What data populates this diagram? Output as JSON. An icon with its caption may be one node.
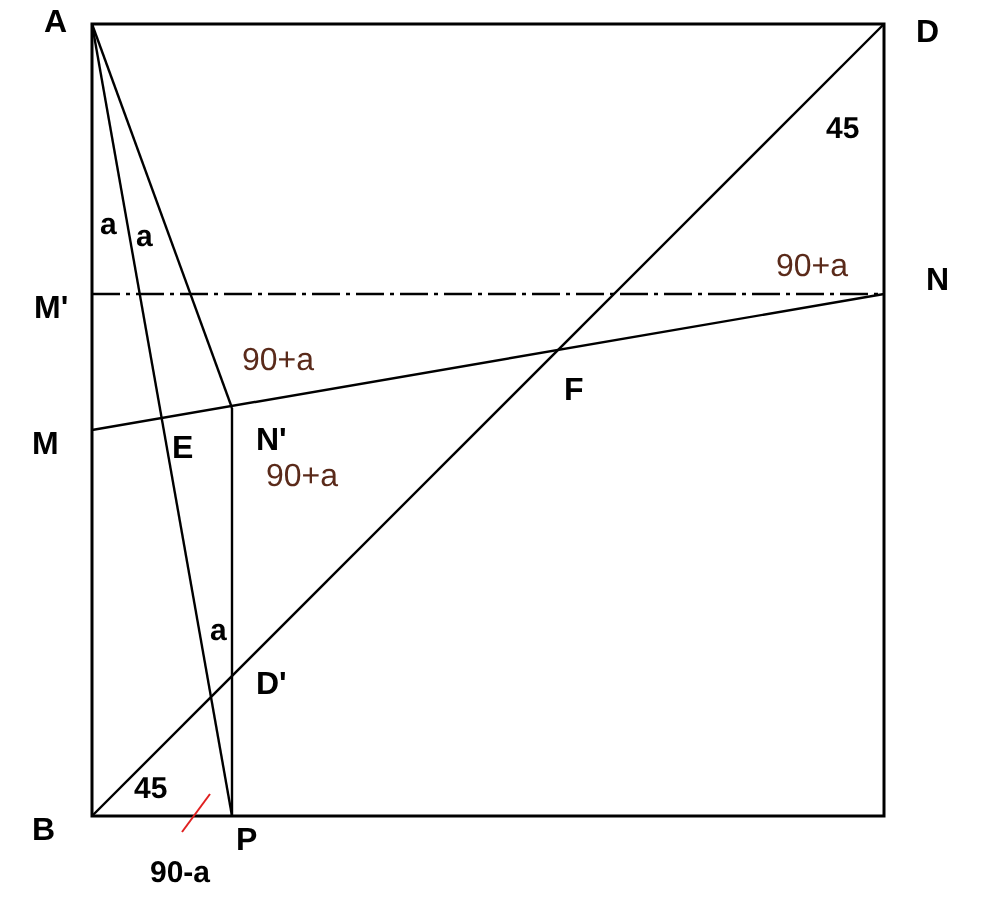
{
  "diagram": {
    "nodes": [
      {
        "text": [
          "A"
        ]
      },
      {
        "text": [
          "D"
        ]
      },
      {
        "text": [
          "M'"
        ]
      },
      {
        "text": [
          "N"
        ]
      },
      {
        "text": [
          "M"
        ]
      },
      {
        "text": [
          "E"
        ]
      },
      {
        "text": [
          "N'"
        ]
      },
      {
        "text": [
          "F"
        ]
      },
      {
        "text": [
          "D'"
        ]
      },
      {
        "text": [
          "B"
        ]
      },
      {
        "text": [
          "P"
        ]
      }
    ],
    "edges": [
      {
        "from": 0,
        "to": 10,
        "arrow": "none"
      },
      {
        "from": 0,
        "to": 6,
        "arrow": "none"
      },
      {
        "from": 4,
        "to": 3,
        "arrow": "none"
      },
      {
        "from": 2,
        "to": 3,
        "arrow": "none",
        "style": "dashed"
      },
      {
        "from": 9,
        "to": 1,
        "arrow": "none"
      },
      {
        "from": 6,
        "to": 10,
        "arrow": "none"
      }
    ],
    "labels": [
      "45",
      "a",
      "a",
      "90+a",
      "90+a",
      "90+a",
      "a",
      "45",
      "90-a"
    ]
  }
}
